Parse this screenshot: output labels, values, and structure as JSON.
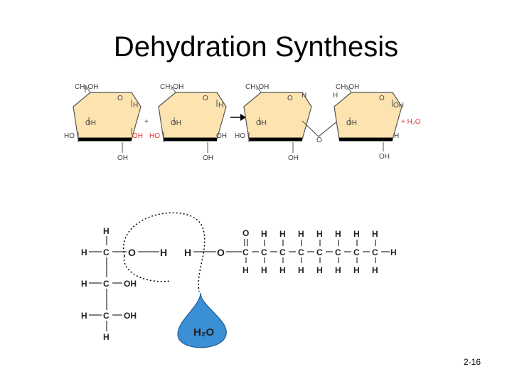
{
  "title": "Dehydration Synthesis",
  "slide_number": "2-16",
  "colors": {
    "ring_fill": "#fce3b0",
    "ring_stroke": "#555555",
    "red_text": "#e8352f",
    "water_drop": "#3b8fd4",
    "bond_black": "#000000"
  },
  "top_reaction": {
    "left_glucose": {
      "ch2oh": "CH₂OH",
      "o": "O",
      "h_right": "H",
      "oh_left": "OH",
      "ho": "HO",
      "oh_bottom": "OH",
      "oh_right_red": "OH"
    },
    "plus1": "+",
    "middle_glucose": {
      "ch2oh": "CH₂OH",
      "o": "O",
      "h_right": "H",
      "ho_red": "HO",
      "oh_left": "OH",
      "oh_right": "OH",
      "oh_bottom": "OH"
    },
    "arrow": "arrow-right-icon",
    "product_ring1": {
      "ch2oh": "CH₂OH",
      "o": "O",
      "h_top": "H",
      "oh_left": "OH",
      "ho": "HO",
      "oh_bottom": "OH"
    },
    "bridge_o": "O",
    "product_ring2": {
      "ch2oh": "CH₂OH",
      "h_top": "H",
      "o": "O",
      "oh_right": "OH",
      "oh_left": "OH",
      "h_right": "H",
      "oh_bottom": "OH"
    },
    "plus_water": "+ H₂O"
  },
  "bottom_reaction": {
    "glycerol": {
      "h_top": "H",
      "h_left1": "H",
      "c1": "C",
      "o_red": "O",
      "h_red": "H",
      "h_left2": "H",
      "c2": "C",
      "oh2": "OH",
      "h_left3": "H",
      "c3": "C",
      "oh3": "OH",
      "h_bottom": "H"
    },
    "fatty_acid": {
      "h_red": "H",
      "o_red": "O",
      "o_double": "O",
      "h_end": "H",
      "c_label": "C",
      "h_label": "H",
      "carbon_count": 8
    },
    "water_label": "H₂O"
  }
}
